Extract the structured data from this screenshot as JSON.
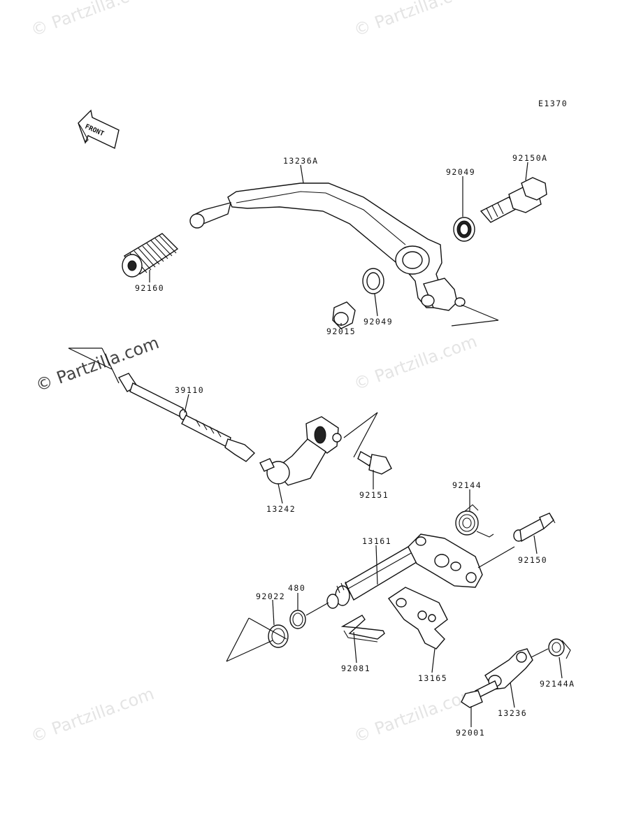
{
  "diagram_code": "E1370",
  "front_arrow_label": "FRONT",
  "watermarks": {
    "main": "© Partzilla.com",
    "faint": "© Partzilla.com"
  },
  "parts": {
    "p13236A": "13236A",
    "p92150A": "92150A",
    "p92049_top": "92049",
    "p92049_bottom": "92049",
    "p92160": "92160",
    "p92015": "92015",
    "p39110": "39110",
    "p13242": "13242",
    "p92151": "92151",
    "p92144": "92144",
    "p13161": "13161",
    "p92150": "92150",
    "p92022": "92022",
    "p480": "480",
    "p92081": "92081",
    "p13165": "13165",
    "p92144A": "92144A",
    "p13236": "13236",
    "p92001": "92001"
  }
}
